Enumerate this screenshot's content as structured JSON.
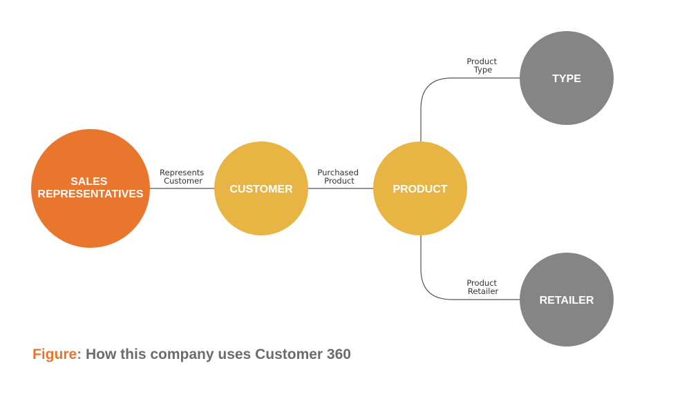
{
  "colors": {
    "sales": "#e8762c",
    "customer": "#e8b544",
    "product": "#e8b544",
    "type": "#858585",
    "retailer": "#858585"
  },
  "nodes": {
    "sales": {
      "line1": "SALES",
      "line2": "REPRESENTATIVES"
    },
    "customer": {
      "label": "CUSTOMER"
    },
    "product": {
      "label": "PRODUCT"
    },
    "type": {
      "label": "TYPE"
    },
    "retailer": {
      "label": "RETAILER"
    }
  },
  "edges": {
    "represents": {
      "line1": "Represents",
      "line2": "Customer"
    },
    "purchased": {
      "line1": "Purchased",
      "line2": "Product"
    },
    "product_type": {
      "line1": "Product",
      "line2": "Type"
    },
    "product_retailer": {
      "line1": "Product",
      "line2": "Retailer"
    }
  },
  "caption": {
    "label": "Figure:",
    "text": "How this company uses Customer 360"
  }
}
